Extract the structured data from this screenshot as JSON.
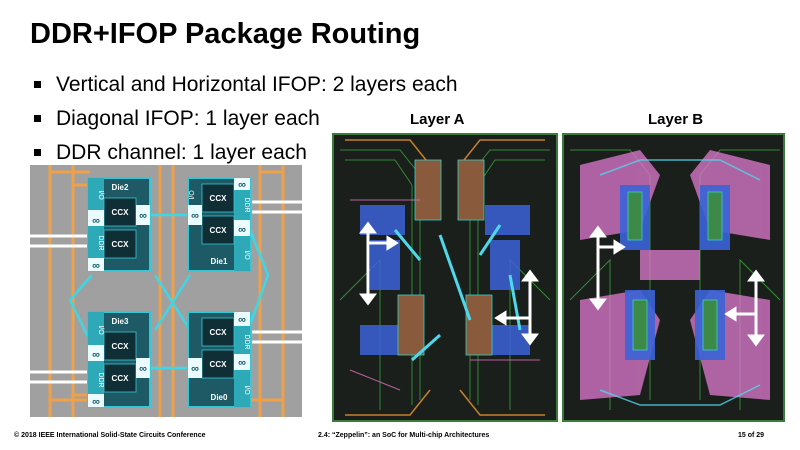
{
  "slide": {
    "title": "DDR+IFOP Package Routing",
    "bullets": [
      "Vertical and Horizontal IFOP: 2 layers each",
      "Diagonal IFOP: 1 layer each",
      "DDR channel: 1 layer each"
    ]
  },
  "diagram": {
    "dies": [
      {
        "name": "Die2",
        "ccx_top": "CCX",
        "ccx_bottom": "CCX",
        "io": "I/O",
        "ddr": "DDR"
      },
      {
        "name": "Die1",
        "ccx_top": "CCX",
        "ccx_bottom": "CCX",
        "io": "I/O",
        "ddr": "DDR"
      },
      {
        "name": "Die3",
        "ccx_top": "CCX",
        "ccx_bottom": "CCX",
        "io": "I/O",
        "ddr": "DDR"
      },
      {
        "name": "Die0",
        "ccx_top": "CCX",
        "ccx_bottom": "CCX",
        "io": "I/O",
        "ddr": "DDR"
      }
    ],
    "ifop_glyph": "∞"
  },
  "layers": {
    "a_label": "Layer A",
    "b_label": "Layer B"
  },
  "footer": {
    "left": "© 2018 IEEE International Solid-State Circuits Conference",
    "center": "2.4: “Zeppelin”: an SoC for Multi-chip Architectures",
    "right": "15 of 29"
  },
  "colors": {
    "die_body": "#1e5a66",
    "die_border": "#35c7d6",
    "ifop": "#3fd6e6",
    "ddr_route": "#f0a048",
    "package": "#a0a0a0"
  }
}
